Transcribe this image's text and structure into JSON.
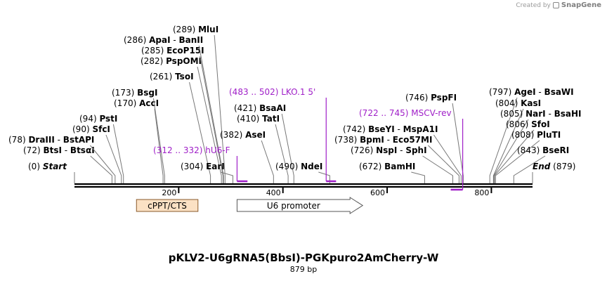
{
  "credit": {
    "prefix": "Created by",
    "brand": "SnapGene"
  },
  "plasmid": {
    "name": "pKLV2-U6gRNA5(BbsI)-PGKpuro2AmCherry-W",
    "length_label": "879 bp",
    "length": 879
  },
  "colors": {
    "enzyme": "#000000",
    "primer": "#a020c8",
    "feature_fill": "#fbe1c4",
    "feature_stroke": "#8a5a2b",
    "promoter_fill": "#ffffff",
    "line": "#777777"
  },
  "ticks": [
    {
      "pos": 200,
      "label": "200"
    },
    {
      "pos": 400,
      "label": "400"
    },
    {
      "pos": 600,
      "label": "600"
    },
    {
      "pos": 800,
      "label": "800"
    }
  ],
  "sites": [
    {
      "pos": "(0)",
      "name": "Start",
      "bp": 0,
      "italic": true
    },
    {
      "pos": "(72)",
      "name": "BtsI",
      "bp": 72,
      "alt": "BtsαI"
    },
    {
      "pos": "(78)",
      "name": "DraIII",
      "bp": 78,
      "alt": "BstAPI"
    },
    {
      "pos": "(90)",
      "name": "SfcI",
      "bp": 90
    },
    {
      "pos": "(94)",
      "name": "PstI",
      "bp": 94
    },
    {
      "pos": "(170)",
      "name": "AccI",
      "bp": 170
    },
    {
      "pos": "(173)",
      "name": "BsgI",
      "bp": 173
    },
    {
      "pos": "(261)",
      "name": "TsoI",
      "bp": 261
    },
    {
      "pos": "(282)",
      "name": "PspOMI",
      "bp": 282
    },
    {
      "pos": "(285)",
      "name": "EcoP15I",
      "bp": 285
    },
    {
      "pos": "(286)",
      "name": "ApaI",
      "bp": 286,
      "alt": "BanII"
    },
    {
      "pos": "(289)",
      "name": "MluI",
      "bp": 289
    },
    {
      "pos": "(304)",
      "name": "EarI",
      "bp": 304
    },
    {
      "pos": "(382)",
      "name": "AseI",
      "bp": 382
    },
    {
      "pos": "(410)",
      "name": "TatI",
      "bp": 410
    },
    {
      "pos": "(421)",
      "name": "BsaAI",
      "bp": 421
    },
    {
      "pos": "(490)",
      "name": "NdeI",
      "bp": 490
    },
    {
      "pos": "(672)",
      "name": "BamHI",
      "bp": 672
    },
    {
      "pos": "(726)",
      "name": "NspI",
      "bp": 726,
      "alt": "SphI"
    },
    {
      "pos": "(738)",
      "name": "BpmI",
      "bp": 738,
      "alt": "Eco57MI"
    },
    {
      "pos": "(742)",
      "name": "BseYI",
      "bp": 742,
      "alt": "MspA1I"
    },
    {
      "pos": "(746)",
      "name": "PspFI",
      "bp": 746
    },
    {
      "pos": "(797)",
      "name": "AgeI",
      "bp": 797,
      "alt": "BsaWI"
    },
    {
      "pos": "(804)",
      "name": "KasI",
      "bp": 804
    },
    {
      "pos": "(805)",
      "name": "NarI",
      "bp": 805,
      "alt": "BsaHI"
    },
    {
      "pos": "(806)",
      "name": "SfoI",
      "bp": 806
    },
    {
      "pos": "(808)",
      "name": "PluTI",
      "bp": 808
    },
    {
      "pos": "(843)",
      "name": "BseRI",
      "bp": 843
    },
    {
      "pos": "(879)",
      "name": "End",
      "bp": 879,
      "italic": true
    }
  ],
  "primers": [
    {
      "range": "(312 .. 332)",
      "name": "hU6-F",
      "start": 312,
      "end": 332
    },
    {
      "range": "(483 .. 502)",
      "name": "LKO.1 5'",
      "start": 483,
      "end": 502
    },
    {
      "range": "(722 .. 745)",
      "name": "MSCV-rev",
      "start": 722,
      "end": 745
    }
  ],
  "features": [
    {
      "name": "cPPT/CTS",
      "type": "misc",
      "start": 119,
      "end": 237
    },
    {
      "name": "U6 promoter",
      "type": "promoter",
      "start": 312,
      "end": 553
    }
  ]
}
